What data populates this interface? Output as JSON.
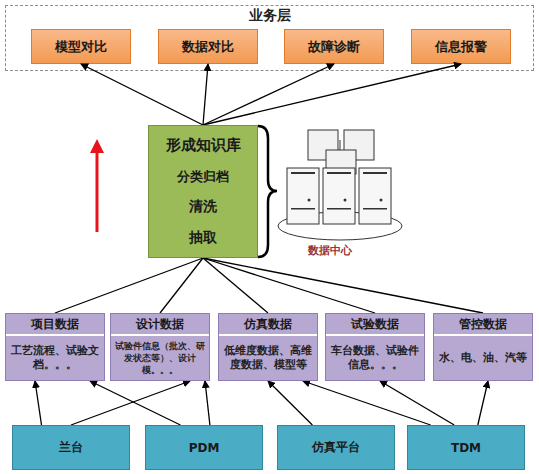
{
  "diagram": {
    "nodes": [
      {
        "text": [
          "业务层"
        ]
      },
      {
        "text": [
          "模型对比"
        ],
        "in": 0
      },
      {
        "text": [
          "数据对比"
        ],
        "in": 0
      },
      {
        "text": [
          "故障诊断"
        ],
        "in": 0
      },
      {
        "text": [
          "信息报警"
        ],
        "in": 0
      },
      {
        "text": [
          "形成知识库",
          "分类归档",
          "清洗",
          "抽取"
        ]
      },
      {
        "text": [
          "项目数据",
          "工艺流程、试验文档。。。"
        ]
      },
      {
        "text": [
          "设计数据",
          "试验件信息（批次、研发状态等）、设计模。。。"
        ]
      },
      {
        "text": [
          "仿真数据",
          "低维度数据、高维度数据、模型等"
        ]
      },
      {
        "text": [
          "试验数据",
          "车台数据、试验件信息。。。"
        ]
      },
      {
        "text": [
          "管控数据",
          "水、电、油、汽等"
        ]
      },
      {
        "text": [
          "兰台"
        ]
      },
      {
        "text": [
          "PDM"
        ]
      },
      {
        "text": [
          "仿真平台"
        ]
      },
      {
        "text": [
          "TDM"
        ]
      }
    ],
    "edges": [
      {
        "from": 5,
        "to": 1,
        "arrow": "to"
      },
      {
        "from": 5,
        "to": 2,
        "arrow": "to"
      },
      {
        "from": 5,
        "to": 3,
        "arrow": "to"
      },
      {
        "from": 5,
        "to": 4,
        "arrow": "to"
      },
      {
        "from": 6,
        "to": 5,
        "arrow": "none"
      },
      {
        "from": 7,
        "to": 5,
        "arrow": "none"
      },
      {
        "from": 8,
        "to": 5,
        "arrow": "none"
      },
      {
        "from": 9,
        "to": 5,
        "arrow": "none"
      },
      {
        "from": 10,
        "to": 5,
        "arrow": "none"
      },
      {
        "from": 11,
        "to": 6,
        "arrow": "to"
      },
      {
        "from": 11,
        "to": 7,
        "arrow": "to"
      },
      {
        "from": 12,
        "to": 6,
        "arrow": "to"
      },
      {
        "from": 12,
        "to": 7,
        "arrow": "to"
      },
      {
        "from": 13,
        "to": 8,
        "arrow": "to"
      },
      {
        "from": 14,
        "to": 8,
        "arrow": "to"
      },
      {
        "from": 14,
        "to": 9,
        "arrow": "to"
      },
      {
        "from": 14,
        "to": 10,
        "arrow": "to"
      }
    ],
    "labels": [
      "数据中心"
    ]
  }
}
